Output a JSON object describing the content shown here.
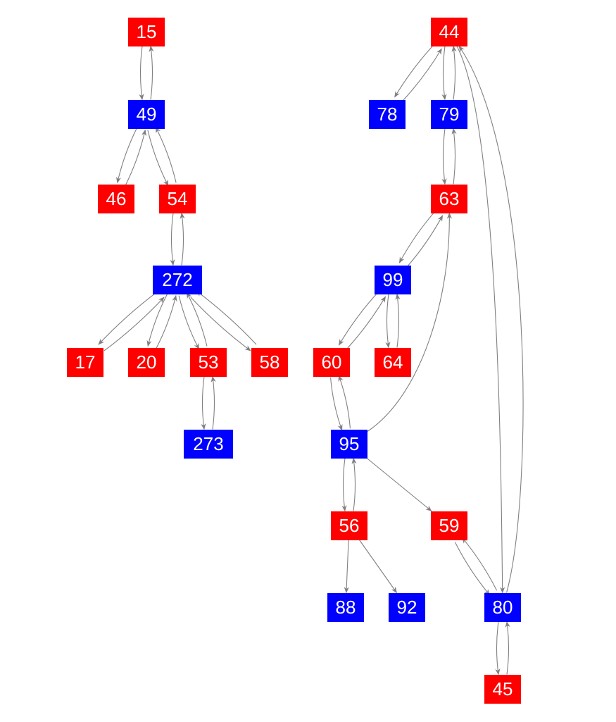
{
  "colors": {
    "red": "#ff0000",
    "blue": "#0000ff",
    "edge": "#808080"
  },
  "nodes": [
    {
      "id": "15",
      "label": "15",
      "color": "red"
    },
    {
      "id": "49",
      "label": "49",
      "color": "blue"
    },
    {
      "id": "46",
      "label": "46",
      "color": "red"
    },
    {
      "id": "54",
      "label": "54",
      "color": "red"
    },
    {
      "id": "272",
      "label": "272",
      "color": "blue"
    },
    {
      "id": "17",
      "label": "17",
      "color": "red"
    },
    {
      "id": "20",
      "label": "20",
      "color": "red"
    },
    {
      "id": "53",
      "label": "53",
      "color": "red"
    },
    {
      "id": "58",
      "label": "58",
      "color": "red"
    },
    {
      "id": "273",
      "label": "273",
      "color": "blue"
    },
    {
      "id": "44",
      "label": "44",
      "color": "red"
    },
    {
      "id": "78",
      "label": "78",
      "color": "blue"
    },
    {
      "id": "79",
      "label": "79",
      "color": "blue"
    },
    {
      "id": "63",
      "label": "63",
      "color": "red"
    },
    {
      "id": "99",
      "label": "99",
      "color": "blue"
    },
    {
      "id": "60",
      "label": "60",
      "color": "red"
    },
    {
      "id": "64",
      "label": "64",
      "color": "red"
    },
    {
      "id": "95",
      "label": "95",
      "color": "blue"
    },
    {
      "id": "56",
      "label": "56",
      "color": "red"
    },
    {
      "id": "59",
      "label": "59",
      "color": "red"
    },
    {
      "id": "88",
      "label": "88",
      "color": "blue"
    },
    {
      "id": "92",
      "label": "92",
      "color": "blue"
    },
    {
      "id": "80",
      "label": "80",
      "color": "blue"
    },
    {
      "id": "45",
      "label": "45",
      "color": "red"
    }
  ],
  "edges": [
    [
      "15",
      "49"
    ],
    [
      "49",
      "15"
    ],
    [
      "49",
      "46"
    ],
    [
      "46",
      "49"
    ],
    [
      "49",
      "54"
    ],
    [
      "54",
      "49"
    ],
    [
      "54",
      "272"
    ],
    [
      "272",
      "54"
    ],
    [
      "272",
      "17"
    ],
    [
      "17",
      "272"
    ],
    [
      "272",
      "20"
    ],
    [
      "20",
      "272"
    ],
    [
      "272",
      "53"
    ],
    [
      "53",
      "272"
    ],
    [
      "272",
      "58"
    ],
    [
      "58",
      "272"
    ],
    [
      "53",
      "273"
    ],
    [
      "273",
      "53"
    ],
    [
      "44",
      "78"
    ],
    [
      "78",
      "44"
    ],
    [
      "44",
      "79"
    ],
    [
      "79",
      "44"
    ],
    [
      "79",
      "63"
    ],
    [
      "63",
      "79"
    ],
    [
      "63",
      "99"
    ],
    [
      "99",
      "63"
    ],
    [
      "99",
      "60"
    ],
    [
      "60",
      "99"
    ],
    [
      "99",
      "64"
    ],
    [
      "64",
      "99"
    ],
    [
      "60",
      "95"
    ],
    [
      "95",
      "60"
    ],
    [
      "95",
      "63"
    ],
    [
      "95",
      "56"
    ],
    [
      "56",
      "95"
    ],
    [
      "95",
      "59"
    ],
    [
      "56",
      "88"
    ],
    [
      "56",
      "92"
    ],
    [
      "59",
      "80"
    ],
    [
      "80",
      "59"
    ],
    [
      "44",
      "80"
    ],
    [
      "80",
      "44"
    ],
    [
      "80",
      "45"
    ],
    [
      "45",
      "80"
    ]
  ]
}
